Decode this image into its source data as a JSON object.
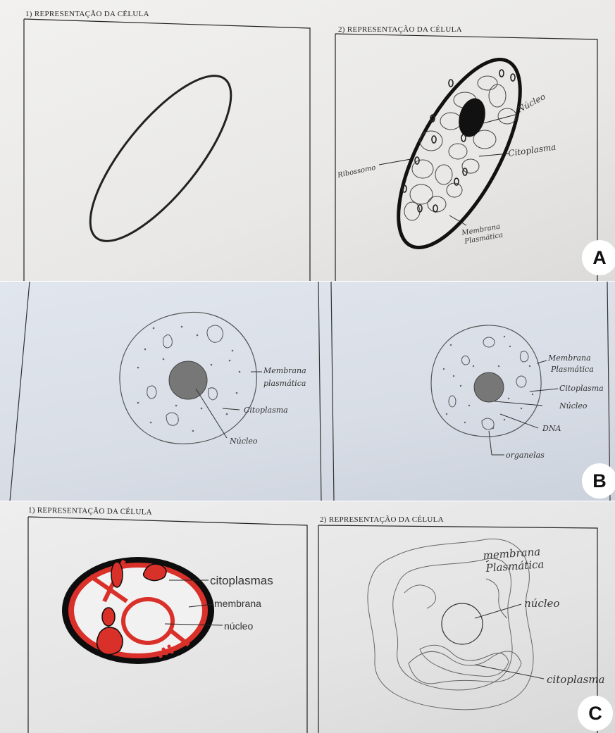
{
  "panel_a": {
    "header_left": "1) REPRESENTAÇÃO DA CÉLULA",
    "header_right": "2) REPRESENTAÇÃO DA CÉLULA",
    "labels": {
      "nucleo": "Núcleo",
      "citoplasma": "Citoplasma",
      "ribossomo": "Ribossomo",
      "membrana": "Membrana",
      "plasmatica": "Plasmática"
    },
    "badge": "A"
  },
  "panel_b": {
    "left_labels": {
      "membrana": "Membrana",
      "plasmatica": "plasmática",
      "citoplasma": "Citoplasma",
      "nucleo": "Núcleo"
    },
    "right_labels": {
      "membrana": "Membrana",
      "plasmatica": "Plasmática",
      "citoplasma": "Citoplasma",
      "nucleo": "Núcleo",
      "dna": "DNA",
      "organelas": "organelas"
    },
    "badge": "B"
  },
  "panel_c": {
    "header_left": "1) REPRESENTAÇÃO DA CÉLULA",
    "header_right": "2) REPRESENTAÇÃO DA CÉLULA",
    "left_labels": {
      "citoplasmas": "citoplasmas",
      "membrana": "membrana",
      "nucleo": "núcleo"
    },
    "right_labels": {
      "membrana": "membrana",
      "plasmatica": "Plasmática",
      "nucleo": "núcleo",
      "citoplasma": "citoplasma"
    },
    "badge": "C"
  },
  "colors": {
    "ink": "#1a1a1a",
    "pencil": "#555555",
    "red_marker": "#d9302a",
    "black_marker": "#0d0d0d"
  }
}
